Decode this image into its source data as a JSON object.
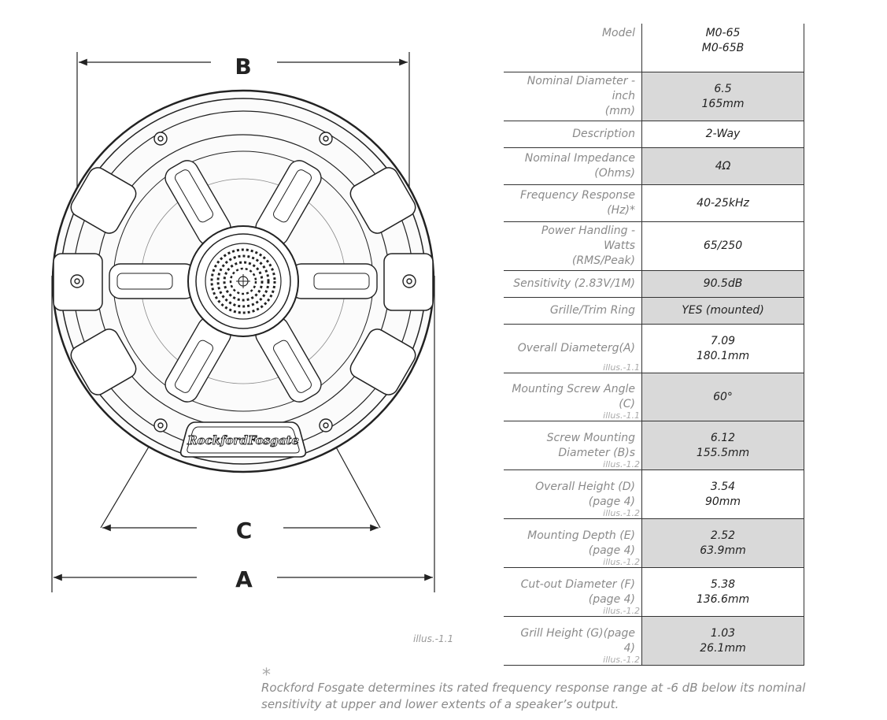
{
  "diagram": {
    "dimension_labels": {
      "A": "A",
      "B": "B",
      "C": "C"
    },
    "logo_text": "RockfordFosgate",
    "illus_label": "illus.-1.1"
  },
  "spec_table": {
    "rows": [
      {
        "label": [
          "Model"
        ],
        "value": [
          "M0-65",
          "M0-65B"
        ],
        "shaded": false
      },
      {
        "label": [
          "Nominal Diameter - inch",
          "(mm)"
        ],
        "value": [
          "6.5",
          "165mm"
        ],
        "shaded": true
      },
      {
        "label": [
          "Description"
        ],
        "value": [
          "2-Way"
        ],
        "shaded": false
      },
      {
        "label": [
          "Nominal Impedance",
          "(Ohms)"
        ],
        "value": [
          "4Ω"
        ],
        "shaded": true
      },
      {
        "label": [
          "Frequency Response",
          "(Hz)*"
        ],
        "value": [
          "40-25kHz"
        ],
        "shaded": false
      },
      {
        "label": [
          "Power Handling - Watts",
          "(RMS/Peak)"
        ],
        "value": [
          "65/250"
        ],
        "shaded": false
      },
      {
        "label": [
          "Sensitivity (2.83V/1M)"
        ],
        "value": [
          "90.5dB"
        ],
        "shaded": true
      },
      {
        "label": [
          "Grille/Trim Ring"
        ],
        "value": [
          "YES (mounted)"
        ],
        "shaded": true
      },
      {
        "label": [
          "Overall Diameterg(A)"
        ],
        "ref": "illus.-1.1",
        "value": [
          "7.09",
          "180.1mm"
        ],
        "shaded": false
      },
      {
        "label": [
          "Mounting Screw Angle",
          "(C)"
        ],
        "ref": "illus.-1.1",
        "value": [
          "60°"
        ],
        "shaded": true
      },
      {
        "label": [
          "Screw Mounting",
          "Diameter (B)s"
        ],
        "ref": "illus.-1.2",
        "value": [
          "6.12",
          "155.5mm"
        ],
        "shaded": true
      },
      {
        "label": [
          "Overall Height (D)",
          "(page 4)"
        ],
        "ref": "illus.-1.2",
        "value": [
          "3.54",
          "90mm"
        ],
        "shaded": false
      },
      {
        "label": [
          "Mounting Depth (E)",
          "(page 4)"
        ],
        "ref": "illus.-1.2",
        "value": [
          "2.52",
          "63.9mm"
        ],
        "shaded": true
      },
      {
        "label": [
          "Cut-out Diameter (F)",
          "(page 4)"
        ],
        "ref": "illus.-1.2",
        "value": [
          "5.38",
          "136.6mm"
        ],
        "shaded": false
      },
      {
        "label": [
          "Grill Height (G)(page 4)"
        ],
        "ref": "illus.-1.2",
        "value": [
          "1.03",
          "26.1mm"
        ],
        "shaded": true
      }
    ]
  },
  "footnote": {
    "star": "*",
    "text": "Rockford Fosgate determines its rated frequency response range at -6 dB below its nominal sensitivity at upper and lower extents of a speaker’s output."
  }
}
